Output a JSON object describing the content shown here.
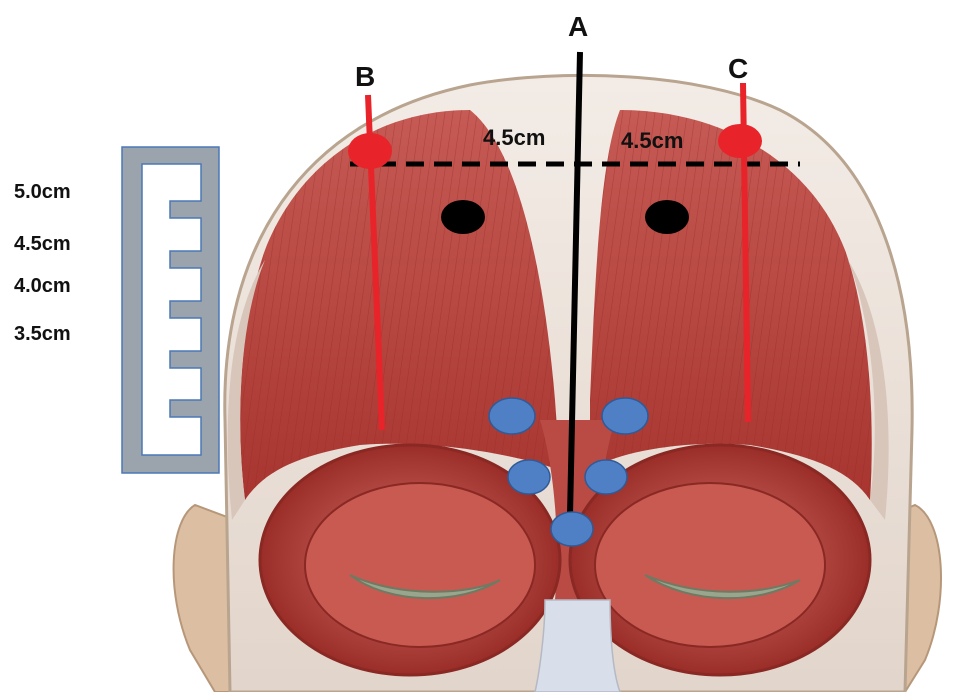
{
  "labels": {
    "line_a": "A",
    "line_b": "B",
    "line_c": "C",
    "dist_left": "4.5cm",
    "dist_right": "4.5cm"
  },
  "ruler_scale": [
    "5.0cm",
    "4.5cm",
    "4.0cm",
    "3.5cm"
  ],
  "colors": {
    "muscle": "#b8433f",
    "muscle_light": "#d77a72",
    "skin": "#e8d6c2",
    "line_a": "#000000",
    "line_bc": "#e8232a",
    "injection_blue": "#4f80c6",
    "marker_black": "#000000",
    "ruler": "#9aa2ab"
  }
}
